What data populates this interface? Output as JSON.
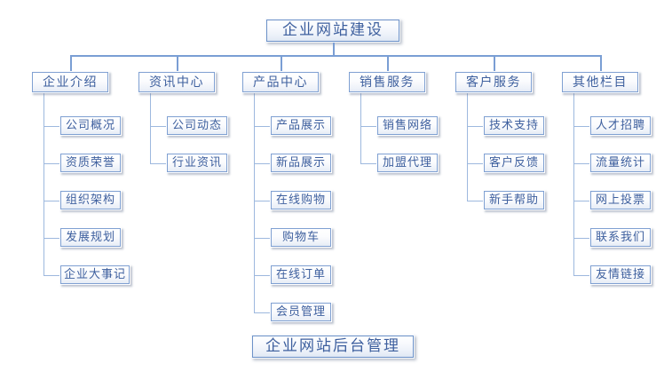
{
  "diagram": {
    "type": "sitemap-tree",
    "root": {
      "label": "企业网站建设"
    },
    "footer": {
      "label": "企业网站后台管理"
    },
    "colors": {
      "text": "#3d5f9e",
      "connector": "#7a9ed4",
      "box_border": "#7fa0d2",
      "background": "#ffffff"
    },
    "columns": [
      {
        "label": "企业介绍",
        "children": [
          {
            "label": "公司概况"
          },
          {
            "label": "资质荣誉"
          },
          {
            "label": "组织架构"
          },
          {
            "label": "发展规划"
          },
          {
            "label": "企业大事记"
          }
        ]
      },
      {
        "label": "资讯中心",
        "children": [
          {
            "label": "公司动态"
          },
          {
            "label": "行业资讯"
          }
        ]
      },
      {
        "label": "产品中心",
        "children": [
          {
            "label": "产品展示"
          },
          {
            "label": "新品展示"
          },
          {
            "label": "在线购物"
          },
          {
            "label": "购物车"
          },
          {
            "label": "在线订单"
          },
          {
            "label": "会员管理"
          }
        ]
      },
      {
        "label": "销售服务",
        "children": [
          {
            "label": "销售网络"
          },
          {
            "label": "加盟代理"
          }
        ]
      },
      {
        "label": "客户服务",
        "children": [
          {
            "label": "技术支持"
          },
          {
            "label": "客户反馈"
          },
          {
            "label": "新手帮助"
          }
        ]
      },
      {
        "label": "其他栏目",
        "children": [
          {
            "label": "人才招聘"
          },
          {
            "label": "流量统计"
          },
          {
            "label": "网上投票"
          },
          {
            "label": "联系我们"
          },
          {
            "label": "友情链接"
          }
        ]
      }
    ]
  }
}
